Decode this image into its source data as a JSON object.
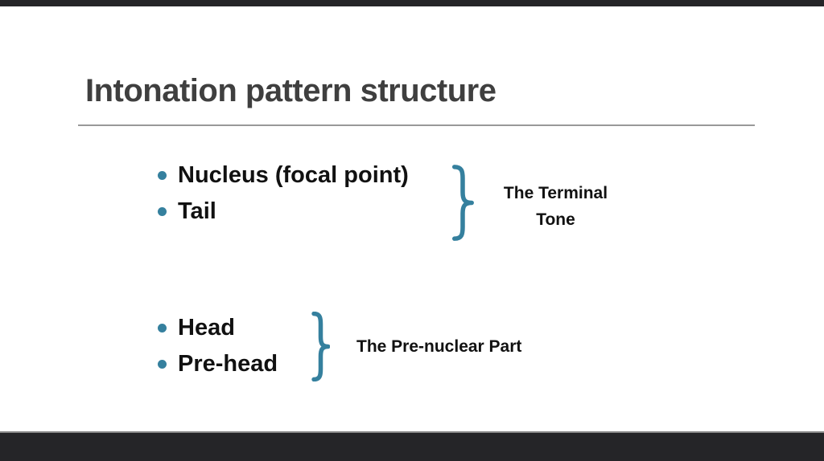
{
  "colors": {
    "accent_teal": "#35809E",
    "bar_dark": "#252528",
    "title_gray": "#3F3F3F",
    "rule_gray": "#999999",
    "text_black": "#111111"
  },
  "slide": {
    "title": "Intonation pattern structure",
    "groups": [
      {
        "items": [
          "Nucleus (focal point)",
          "Tail"
        ],
        "label": "The Terminal Tone"
      },
      {
        "items": [
          "Head",
          "Pre-head"
        ],
        "label": "The Pre-nuclear Part"
      }
    ]
  }
}
